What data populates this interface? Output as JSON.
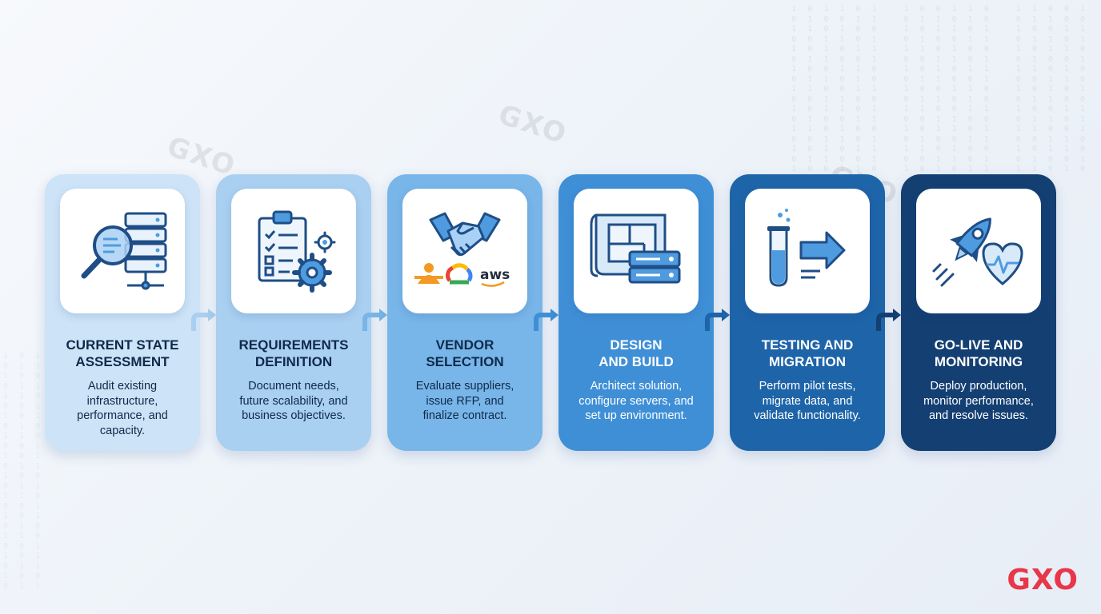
{
  "steps": [
    {
      "title": "CURRENT STATE\nASSESSMENT",
      "description": "Audit existing\ninfrastructure,\nperformance, and\ncapacity.",
      "icon": "server-magnifier-icon",
      "color": "#cde3f7"
    },
    {
      "title": "REQUIREMENTS\nDEFINITION",
      "description": "Document needs,\nfuture scalability, and\nbusiness objectives.",
      "icon": "clipboard-gear-icon",
      "color": "#a9cff1"
    },
    {
      "title": "VENDOR\nSELECTION",
      "description": "Evaluate suppliers,\nissue RFP, and\nfinalize contract.",
      "icon": "handshake-icon",
      "color": "#78b5e8",
      "vendor_logos": [
        "oracle-logo",
        "google-cloud-logo",
        "aws"
      ]
    },
    {
      "title": "DESIGN\nAND BUILD",
      "description": "Architect solution,\nconfigure servers, and\nset up environment.",
      "icon": "blueprint-server-icon",
      "color": "#3f8fd6"
    },
    {
      "title": "TESTING AND\nMIGRATION",
      "description": "Perform pilot tests,\nmigrate data, and\nvalidate functionality.",
      "icon": "test-tube-arrow-icon",
      "color": "#1e64a8"
    },
    {
      "title": "GO-LIVE AND\nMONITORING",
      "description": "Deploy production,\nmonitor performance,\nand resolve issues.",
      "icon": "rocket-heartbeat-icon",
      "color": "#143f72"
    }
  ],
  "watermark_text": "GXO",
  "logo_text": "GXO",
  "colors": {
    "accent": "#e8374a",
    "icon_stroke": "#1f4e86",
    "icon_fill": "#4f9be0"
  }
}
